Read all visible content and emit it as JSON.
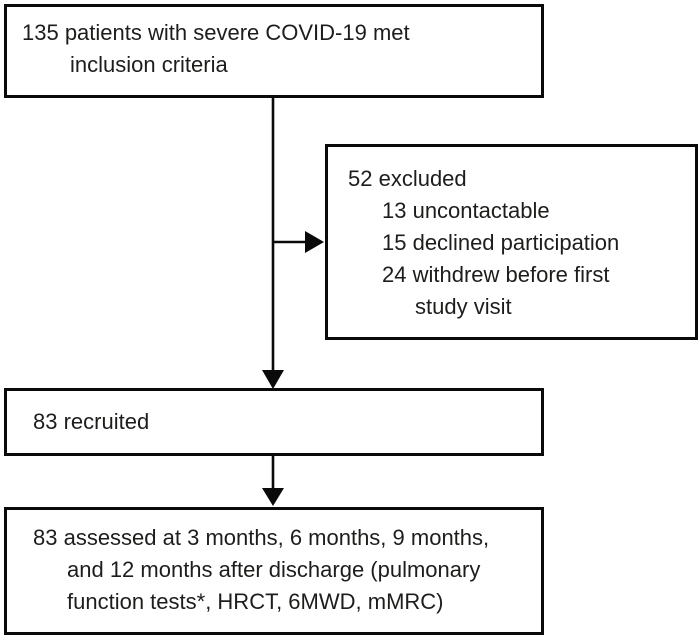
{
  "diagram": {
    "type": "flowchart",
    "description": "Patient enrolment flow diagram",
    "colors": {
      "border": "#0a0a0a",
      "text": "#1d1d1b",
      "background": "#ffffff",
      "arrow": "#0a0a0a"
    },
    "boxes": {
      "inclusion": {
        "lines": [
          "135 patients with severe COVID-19 met",
          "inclusion criteria"
        ]
      },
      "excluded": {
        "lines": [
          "52 excluded",
          "13 uncontactable",
          "15 declined participation",
          "24 withdrew before first",
          "study visit"
        ]
      },
      "recruited": {
        "lines": [
          "83 recruited"
        ]
      },
      "assessed": {
        "lines": [
          "83 assessed at 3 months, 6 months, 9 months,",
          "and 12 months after discharge (pulmonary",
          "function tests*, HRCT, 6MWD, mMRC)"
        ]
      }
    }
  }
}
